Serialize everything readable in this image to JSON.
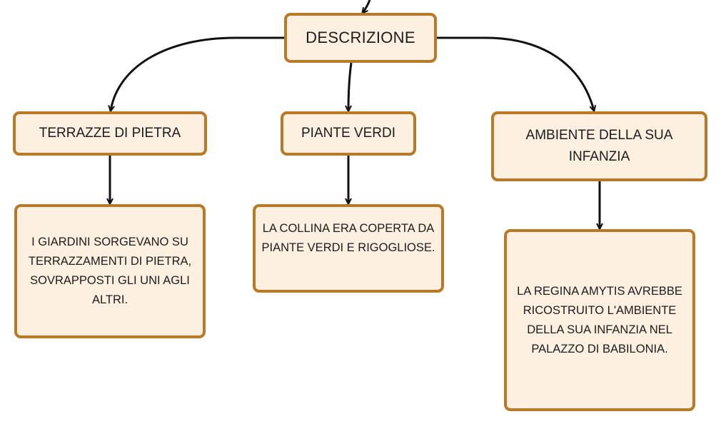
{
  "diagram": {
    "root": {
      "label": "DESCRIZIONE"
    },
    "branches": [
      {
        "label": "TERRAZZE DI PIETRA",
        "detail": "I GIARDINI SORGEVANO SU TERRAZZAMENTI DI PIETRA, SOVRAPPOSTI GLI UNI AGLI ALTRI."
      },
      {
        "label": "PIANTE VERDI",
        "detail": "LA COLLINA ERA COPERTA DA PIANTE VERDI E RIGOGLIOSE."
      },
      {
        "label": "AMBIENTE DELLA SUA INFANZIA",
        "detail": "LA REGINA AMYTIS AVREBBE RICOSTRUITO L'AMBIENTE DELLA SUA INFANZIA NEL PALAZZO DI BABILONIA."
      }
    ]
  },
  "colors": {
    "node_fill": "#fdf0e1",
    "node_border": "#b87a28",
    "connector": "#111111"
  }
}
